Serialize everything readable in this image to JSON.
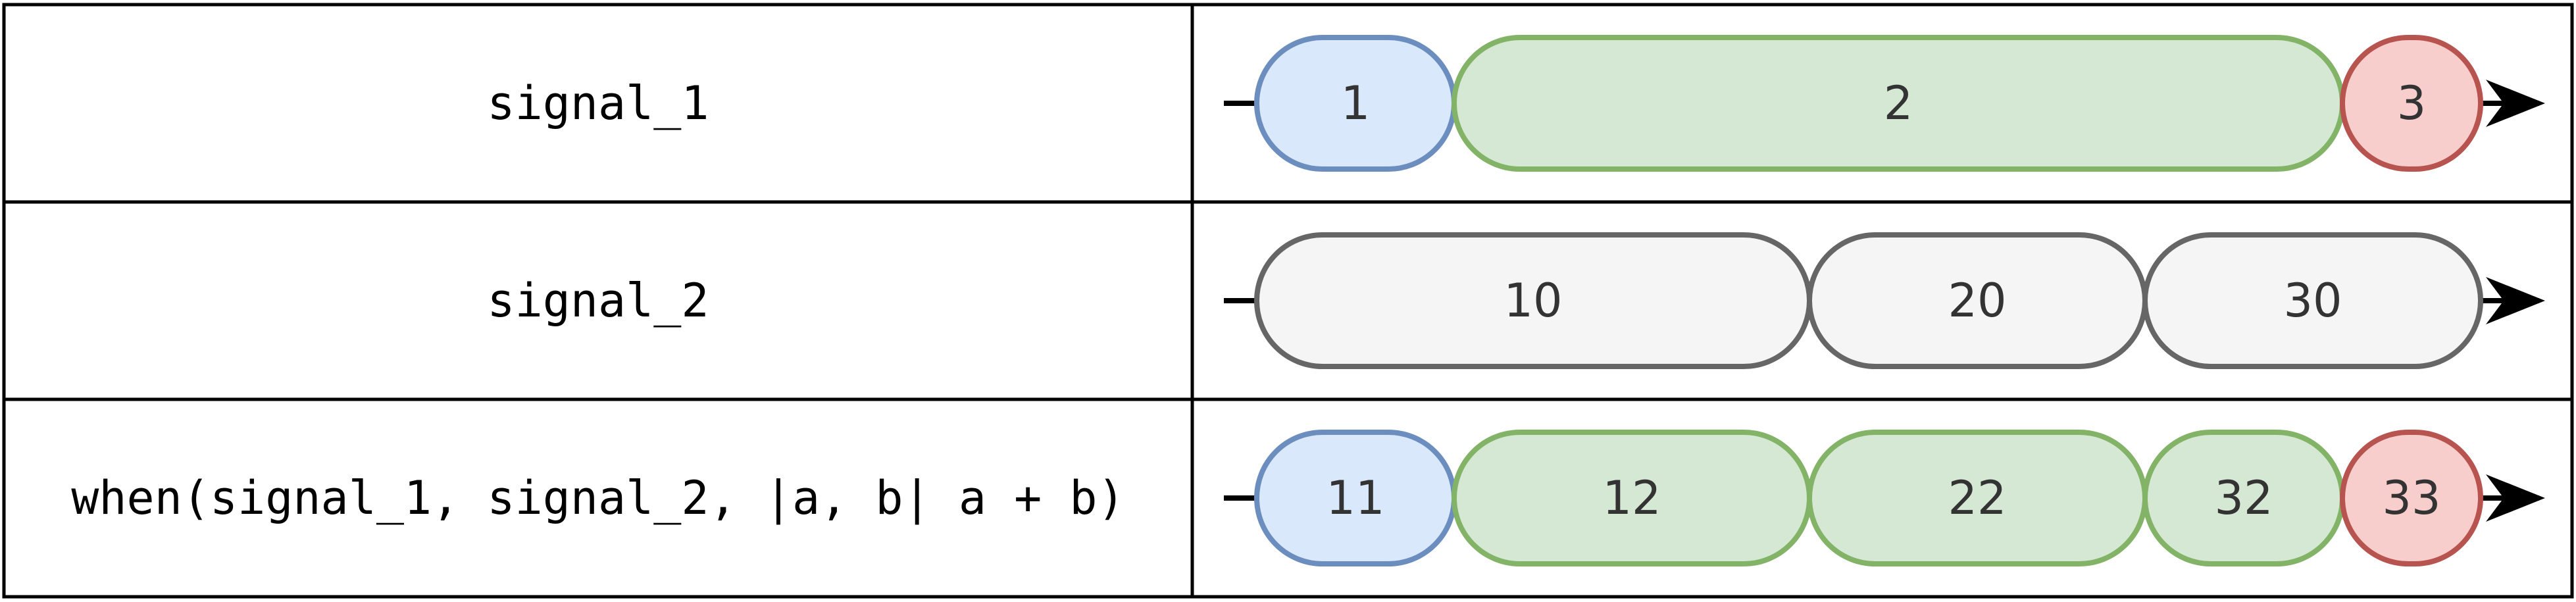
{
  "diagram": {
    "rows": [
      {
        "label": "signal_1",
        "events": [
          {
            "text": "1",
            "start": 0,
            "end": 1,
            "kind": "start"
          },
          {
            "text": "2",
            "start": 1,
            "end": 5.5,
            "kind": "value"
          },
          {
            "text": "3",
            "start": 5.5,
            "end": 6.2,
            "kind": "end"
          }
        ]
      },
      {
        "label": "signal_2",
        "events": [
          {
            "text": "10",
            "start": 0,
            "end": 2.8,
            "kind": "neutral"
          },
          {
            "text": "20",
            "start": 2.8,
            "end": 4.5,
            "kind": "neutral"
          },
          {
            "text": "30",
            "start": 4.5,
            "end": 6.2,
            "kind": "neutral"
          }
        ]
      },
      {
        "label": "when(signal_1, signal_2, |a, b| a + b)",
        "events": [
          {
            "text": "11",
            "start": 0,
            "end": 1,
            "kind": "start"
          },
          {
            "text": "12",
            "start": 1,
            "end": 2.8,
            "kind": "value"
          },
          {
            "text": "22",
            "start": 2.8,
            "end": 4.5,
            "kind": "value"
          },
          {
            "text": "32",
            "start": 4.5,
            "end": 5.5,
            "kind": "value"
          },
          {
            "text": "33",
            "start": 5.5,
            "end": 6.2,
            "kind": "end"
          }
        ]
      }
    ],
    "colors": {
      "start_fill": "#dae8fc",
      "start_stroke": "#6c8ebf",
      "value_fill": "#d5e8d4",
      "value_stroke": "#82b366",
      "end_fill": "#f8cecc",
      "end_stroke": "#b85450",
      "neutral_fill": "#f5f5f5",
      "neutral_stroke": "#666666",
      "border": "#000000"
    }
  }
}
